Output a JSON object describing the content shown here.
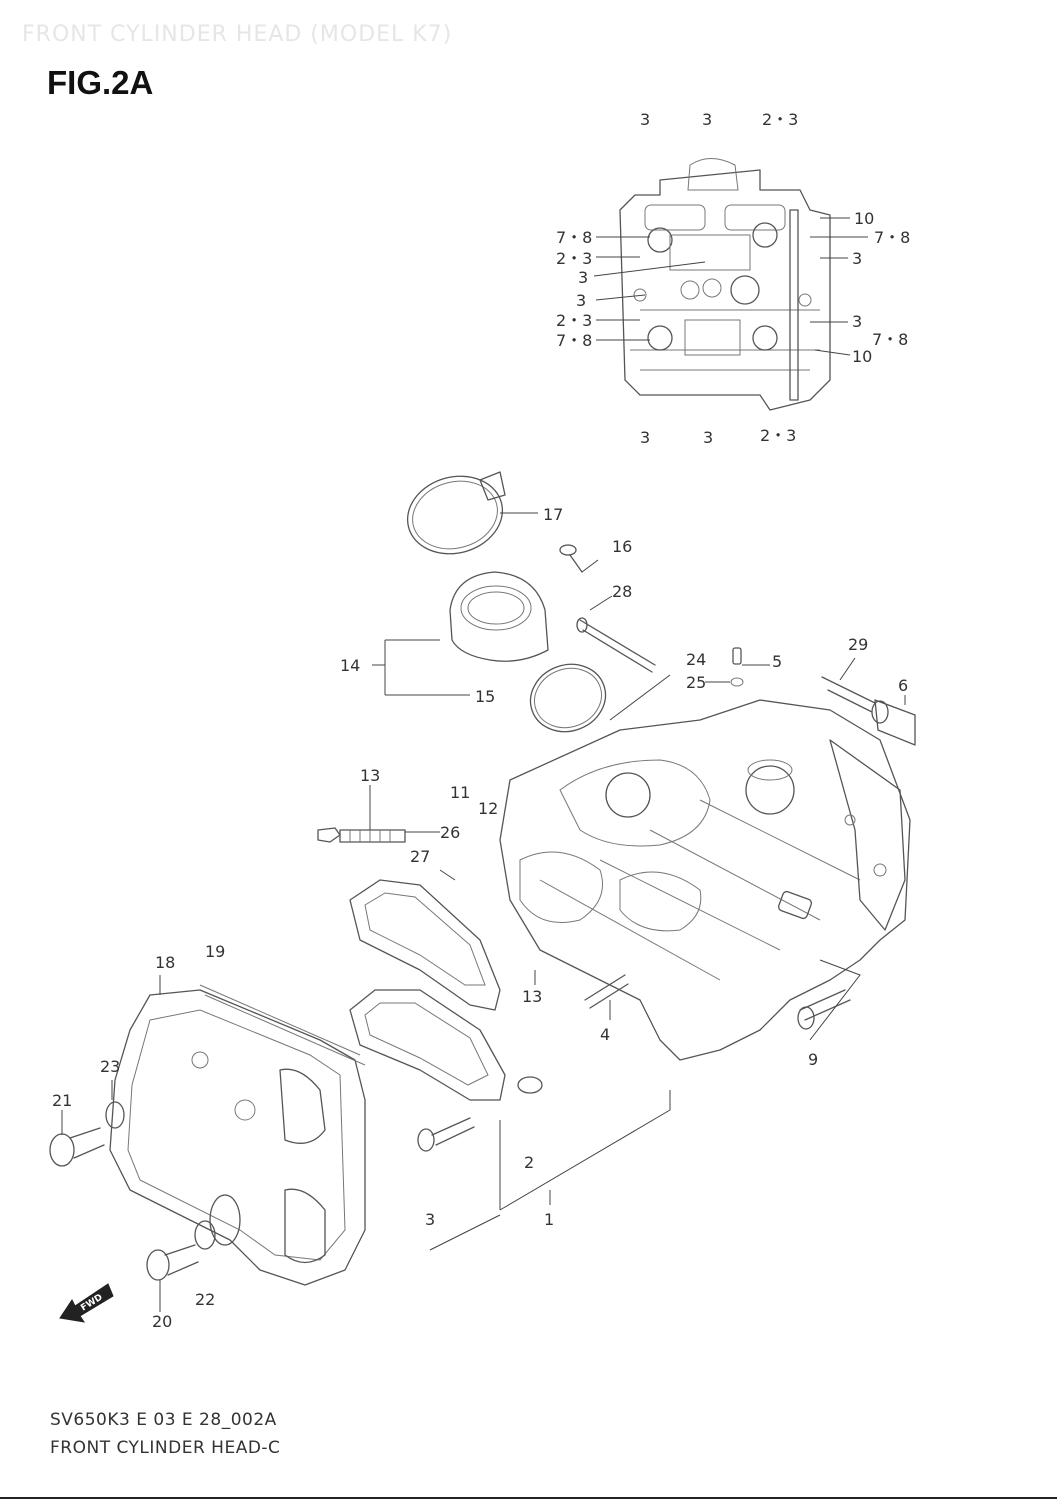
{
  "header": {
    "watermark": "FRONT CYLINDER HEAD (MODEL K7)",
    "figure_label": "FIG.2A"
  },
  "callouts_top": [
    "3",
    "3",
    "2・3",
    "10",
    "7・8",
    "7・8",
    "2・3",
    "3",
    "3",
    "3",
    "3",
    "2・3",
    "7・8",
    "3",
    "7・8",
    "10",
    "3",
    "3",
    "2・3"
  ],
  "callouts_main": [
    "17",
    "16",
    "28",
    "14",
    "15",
    "24",
    "5",
    "25",
    "29",
    "6",
    "13",
    "11",
    "12",
    "26",
    "27",
    "18",
    "19",
    "13",
    "4",
    "9",
    "23",
    "21",
    "2",
    "3",
    "1",
    "22",
    "20"
  ],
  "forward_label": "FWD",
  "footer": {
    "code": "SV650K3 E 03 E 28_002A",
    "name": "FRONT CYLINDER HEAD-C"
  }
}
